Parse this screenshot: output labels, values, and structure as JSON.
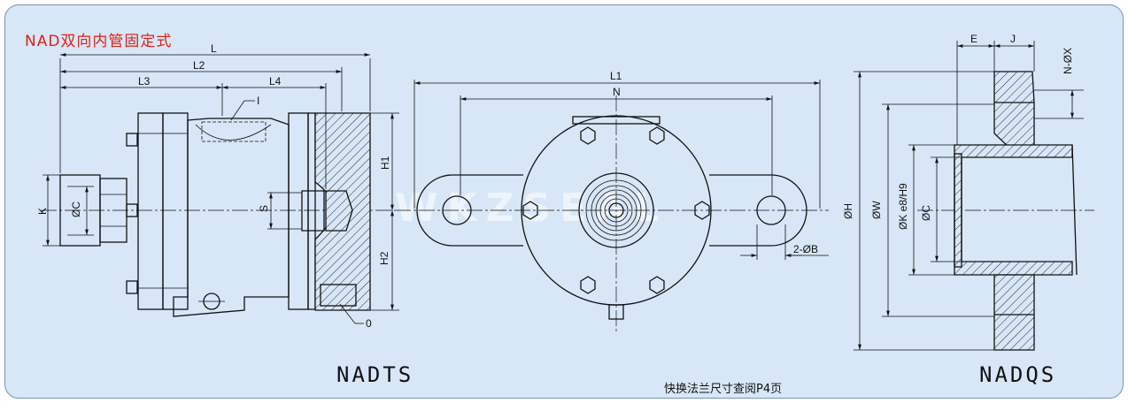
{
  "title": "NAD双向内管固定式",
  "views": {
    "left_label": "NADTS",
    "right_label": "NADQS"
  },
  "footer_note": "快换法兰尺寸查阅P4页",
  "watermark": "WKZSEAL",
  "dimensions": {
    "L": "L",
    "L2": "L2",
    "L3": "L3",
    "L4": "L4",
    "I": "I",
    "O": "0",
    "K": "K",
    "C_left": "ØC",
    "S": "S",
    "H1": "H1",
    "H2": "H2",
    "L1": "L1",
    "N": "N",
    "B": "2-ØB",
    "E": "E",
    "J": "J",
    "NX": "N-ØX",
    "H": "ØH",
    "W": "ØW",
    "K_fit": "ØK e8/H9",
    "C_right": "ØC"
  },
  "colors": {
    "background": "#d7e7f7",
    "title": "#e0201a",
    "border": "#7a93b5"
  }
}
